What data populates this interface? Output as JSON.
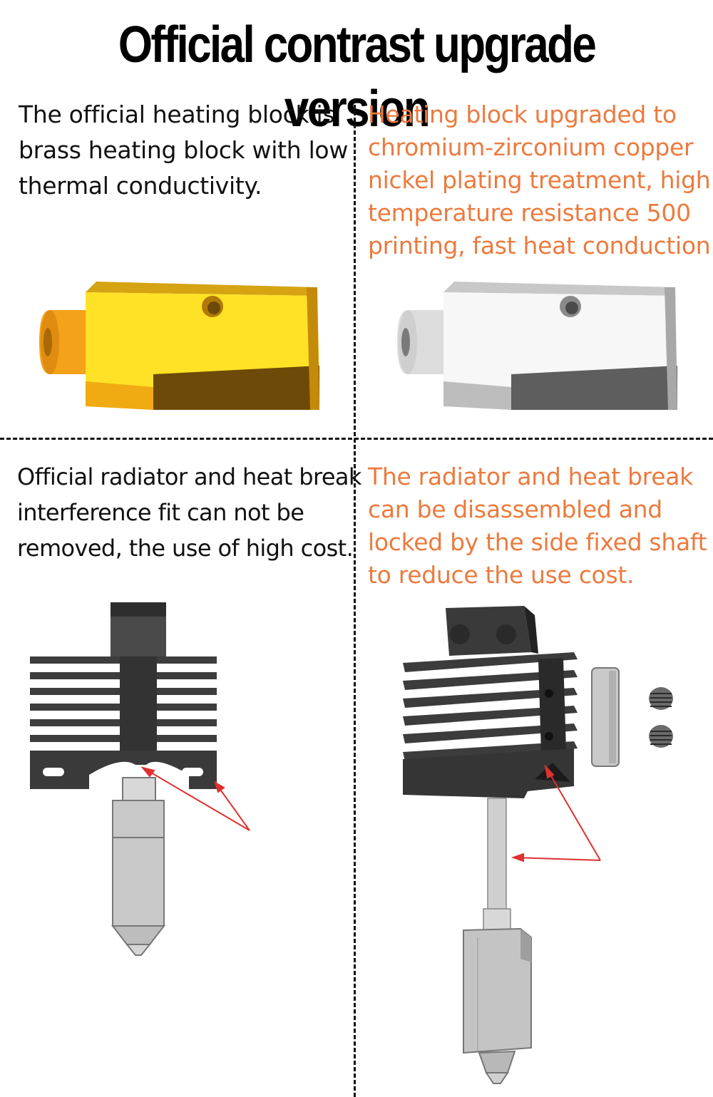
{
  "title": "Official contrast upgrade version",
  "top_left": {
    "lines": [
      "The official heating block is",
      "brass heating block with low",
      "thermal conductivity."
    ]
  },
  "top_right": {
    "lines": [
      "Heating block upgraded to",
      "chromium-zirconium copper",
      "nickel plating treatment, high",
      "temperature resistance 500",
      "printing, fast heat conduction."
    ]
  },
  "bottom_left": {
    "lines": [
      "Official radiator and heat break",
      "interference fit can not be",
      "removed, the use of high cost."
    ]
  },
  "bottom_right": {
    "lines": [
      "The radiator and heat break",
      "can be disassembled and",
      "locked by the side fixed shaft",
      "to reduce the use cost."
    ]
  },
  "colors": {
    "highlight_text": "#ec7a3e",
    "brass_block": "#f5c518",
    "copper_block": "#e8e8e8",
    "arrow": "#e03030"
  }
}
